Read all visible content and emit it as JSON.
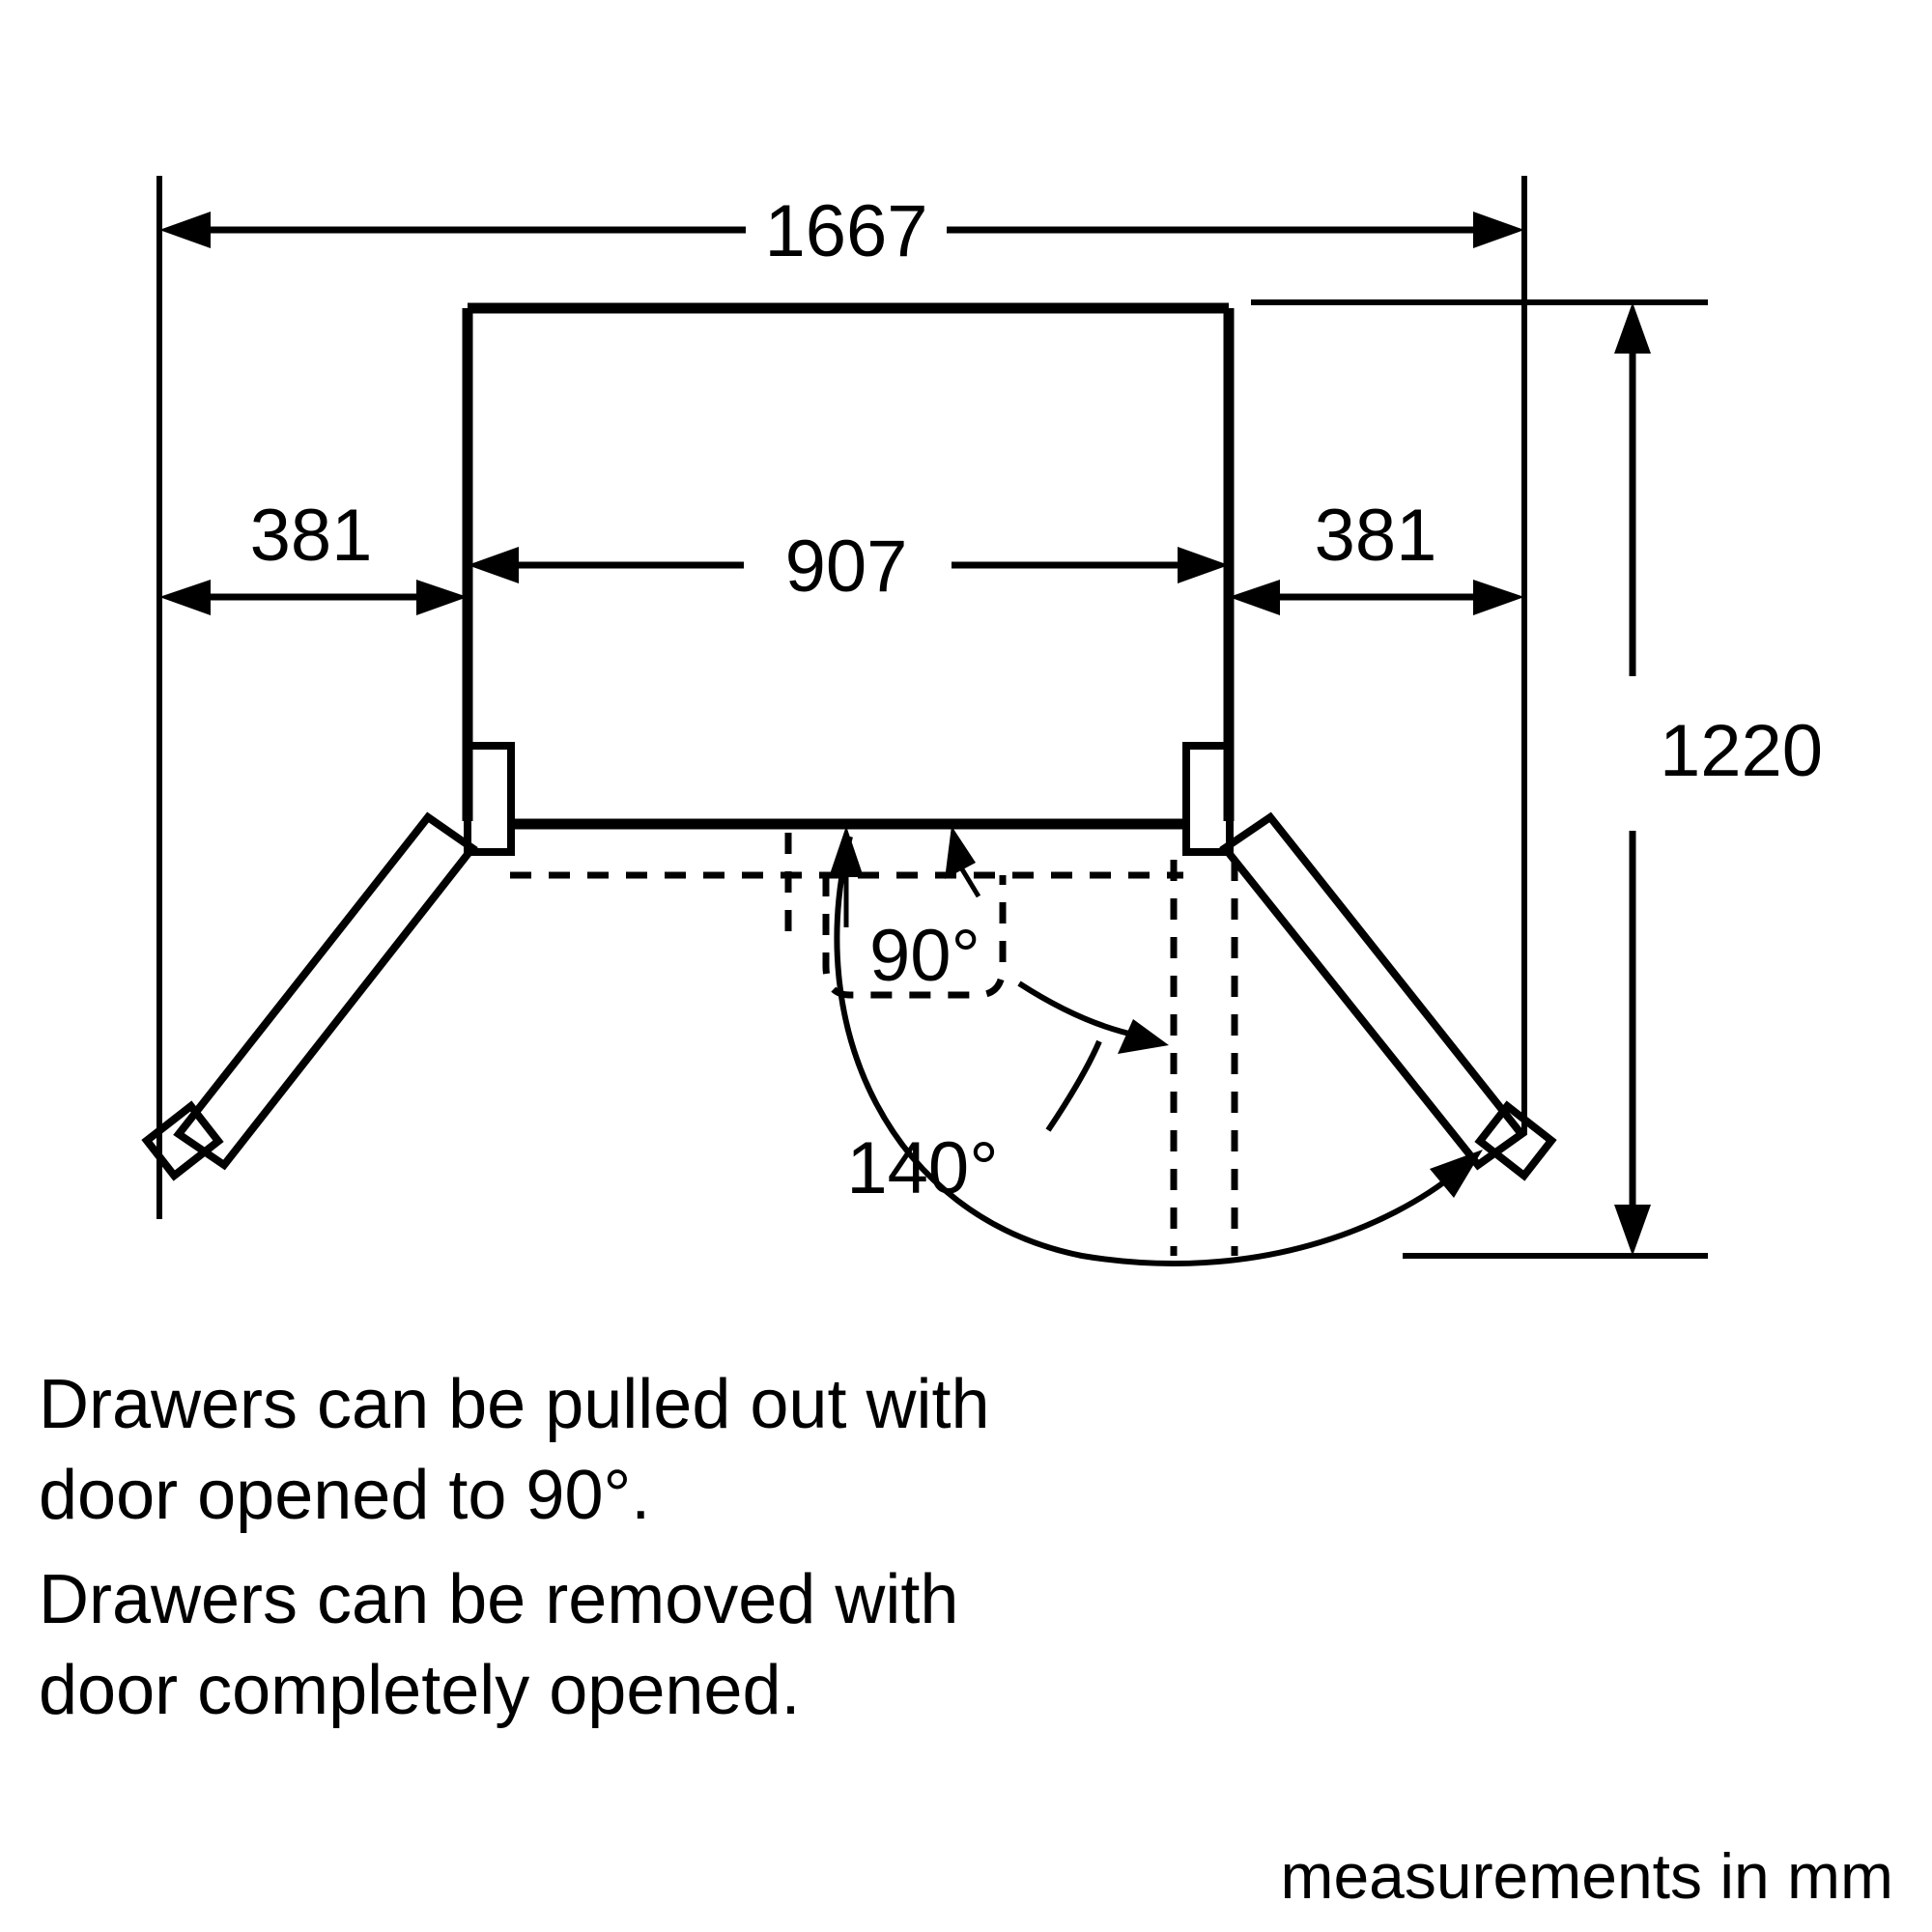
{
  "document": {
    "type": "technical-dimension-drawing",
    "subject": "French-door refrigerator top view with door swing clearances"
  },
  "dimensions": {
    "overall_width": "1667",
    "left_door_width": "381",
    "center_width": "907",
    "right_door_width": "381",
    "depth_with_door_open": "1220"
  },
  "angles": {
    "drawer_pull_angle": "90°",
    "full_open_angle": "140°"
  },
  "notes": {
    "line1": "Drawers can be pulled out with",
    "line2": "door opened to 90°.",
    "line3": "Drawers can be removed with",
    "line4": "door completely opened."
  },
  "footer": {
    "units": "measurements in mm"
  },
  "style": {
    "ink": "#000000",
    "paper": "#ffffff"
  }
}
